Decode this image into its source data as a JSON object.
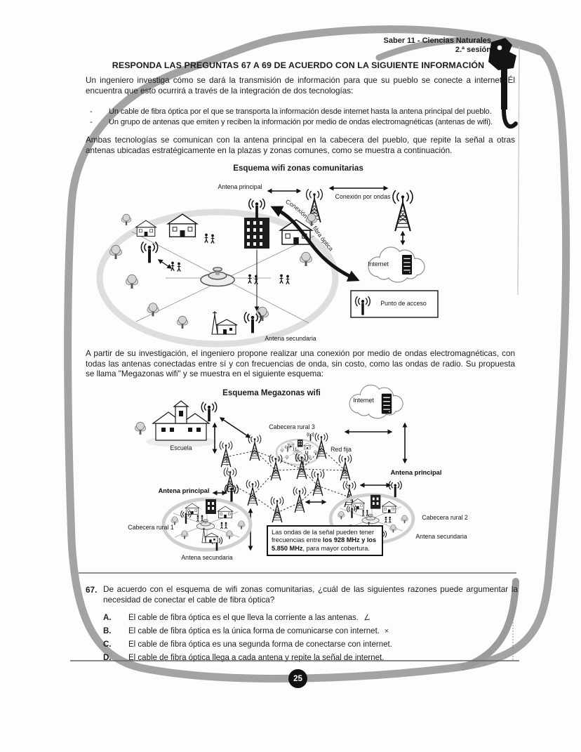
{
  "header": {
    "exam": "Saber 11 - Ciencias Naturales",
    "session": "2.ª sesión"
  },
  "banner": "RESPONDA LAS PREGUNTAS 67 A 69 DE ACUERDO CON LA SIGUIENTE INFORMACIÓN",
  "intro": {
    "p1": "Un ingeniero investiga cómo se dará la transmisión de información para que su pueblo se conecte a internet. Él encuentra que esto ocurrirá a través de la integración de dos tecnologías:",
    "dash": "-",
    "bullets": [
      "Un cable de fibra óptica por el que se transporta la información desde internet hasta la antena principal del pueblo.",
      "Un grupo de antenas que emiten y reciben la información por medio de ondas electromagnéticas (antenas de wifi)."
    ],
    "p2": "Ambas tecnologías se comunican con la antena principal en la cabecera del pueblo, que repite la señal a otras antenas ubicadas estratégicamente en la plazas y zonas comunes, como se muestra a continuación."
  },
  "diagram1": {
    "title": "Esquema wifi zonas comunitarias",
    "labels": {
      "antena_principal": "Antena principal",
      "conexion_ondas": "Conexión por ondas",
      "conexion_fibra": "Conexión por fibra óptica",
      "internet": "Internet",
      "punto_de_acceso": "Punto de acceso",
      "antena_secundaria": "Antena secundaria"
    }
  },
  "middle_paragraph": "A partir de su investigación, el ingeniero propone realizar una conexión por medio de ondas electromagnéticas, con todas las antenas conectadas entre sí y con frecuencias de onda, sin costo, como las ondas de radio. Su propuesta se llama \"Megazonas wifi\" y se muestra en el siguiente esquema:",
  "diagram2": {
    "title": "Esquema Megazonas wifi",
    "labels": {
      "internet": "Internet",
      "escuela": "Escuela",
      "cabecera_rural_3": "Cabecera rural 3",
      "red_fija": "Red fija",
      "antena_principal_left": "Antena principal",
      "antena_principal_right": "Antena principal",
      "cabecera_rural_1": "Cabecera rural 1",
      "cabecera_rural_2": "Cabecera rural 2",
      "antena_secundaria_left": "Antena secundaria",
      "antena_secundaria_right": "Antena secundaria"
    },
    "note": {
      "pre": "Las ondas de la señal pueden tener frecuencias entre ",
      "bold": "los 928 MHz y los 5.850 MHz",
      "post": ", para mayor cobertura."
    }
  },
  "question": {
    "number": "67.",
    "text": "De acuerdo con el esquema de wifi zonas comunitarias, ¿cuál de las siguientes razones puede argumentar la necesidad de conectar el cable de fibra óptica?",
    "options": [
      {
        "letter": "A.",
        "text": "El cable de fibra óptica es el que lleva la corriente a las antenas.",
        "mark": "∠"
      },
      {
        "letter": "B.",
        "text": "El cable de fibra óptica es la única forma de comunicarse con internet.",
        "mark": "×"
      },
      {
        "letter": "C.",
        "text": "El cable de fibra óptica es una segunda forma de conectarse con internet.",
        "mark": ""
      },
      {
        "letter": "D.",
        "text": "El cable de fibra óptica llega a cada antena y repite la señal de internet.",
        "mark": ""
      }
    ]
  },
  "page_number": "25",
  "colors": {
    "ink": "#1c1c1c",
    "marker_stroke": "#a3a3a3",
    "badge_bg": "#111111"
  }
}
